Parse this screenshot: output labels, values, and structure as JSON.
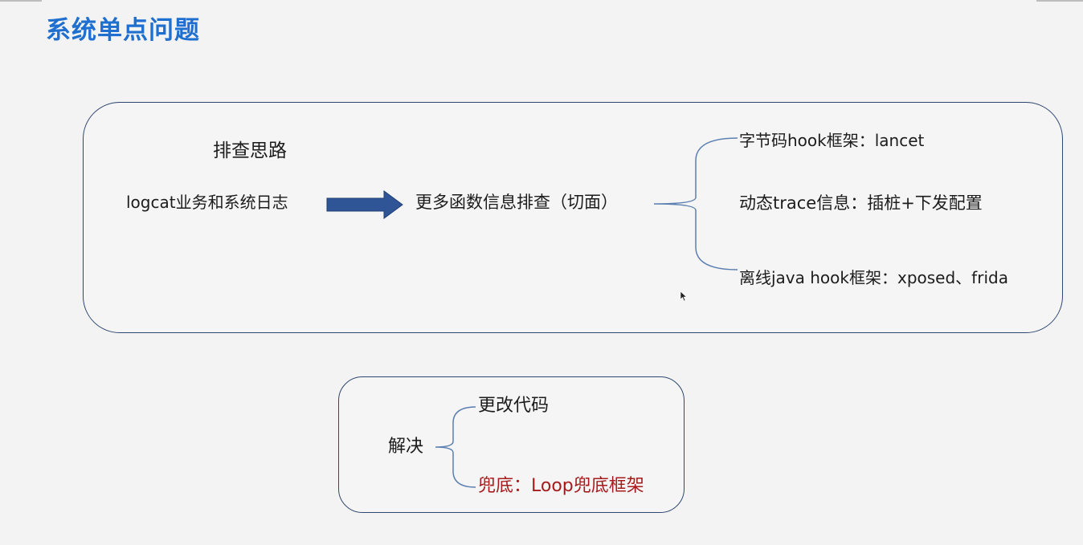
{
  "slide": {
    "title": "系统单点问题"
  },
  "investigation": {
    "heading": "排查思路",
    "source": "logcat业务和系统日志",
    "middle": "更多函数信息排查（切面）",
    "branches": [
      "字节码hook框架：lancet",
      "动态trace信息：插桩+下发配置",
      "离线java hook框架：xposed、frida"
    ]
  },
  "solution": {
    "heading": "解决",
    "items": [
      "更改代码",
      "兜底：Loop兜底框架"
    ]
  },
  "colors": {
    "title": "#1e6fd0",
    "arrow": "#2f5597",
    "box_border": "#2e4770",
    "brace": "#5b7fb0",
    "highlight_text": "#a61c1c"
  }
}
